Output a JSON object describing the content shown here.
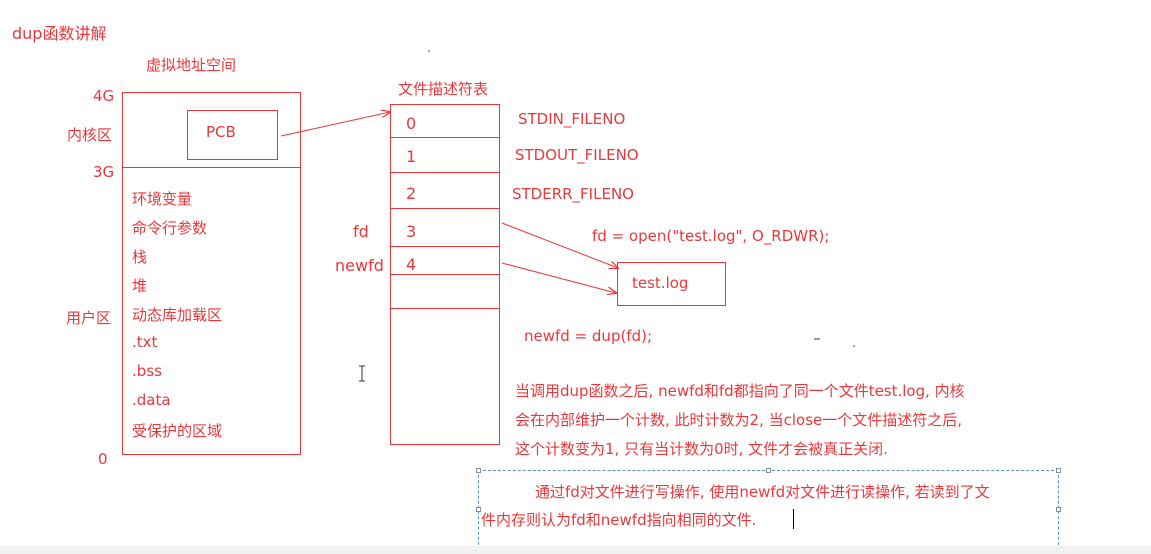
{
  "title": "dup函数讲解",
  "memory": {
    "heading": "虚拟地址空间",
    "labels": {
      "top": "4G",
      "kernel_mark": "3G",
      "bottom": "0",
      "kernel": "内核区",
      "user": "用户区"
    },
    "pcb": "PCB",
    "user_items": [
      "环境变量",
      "命令行参数",
      "栈",
      "堆",
      "动态库加载区",
      ".txt",
      ".bss",
      ".data",
      "受保护的区域"
    ]
  },
  "fd_table": {
    "heading": "文件描述符表",
    "rows": [
      "0",
      "1",
      "2",
      "3",
      "4",
      ""
    ],
    "names": [
      "STDIN_FILENO",
      "STDOUT_FILENO",
      "STDERR_FILENO"
    ],
    "fd_label": "fd",
    "newfd_label": "newfd"
  },
  "code": {
    "open_call": "fd = open(\"test.log\", O_RDWR);",
    "dup_call": "newfd = dup(fd);"
  },
  "file_box": "test.log",
  "explanation": [
    "当调用dup函数之后, newfd和fd都指向了同一个文件test.log, 内核",
    "会在内部维护一个计数, 此时计数为2, 当close一个文件描述符之后,",
    "这个计数变为1, 只有当计数为0时, 文件才会被真正关闭."
  ],
  "selected_text": [
    "通过fd对文件进行写操作, 使用newfd对文件进行读操作, 若读到了文",
    "件内存则认为fd和newfd指向相同的文件."
  ]
}
